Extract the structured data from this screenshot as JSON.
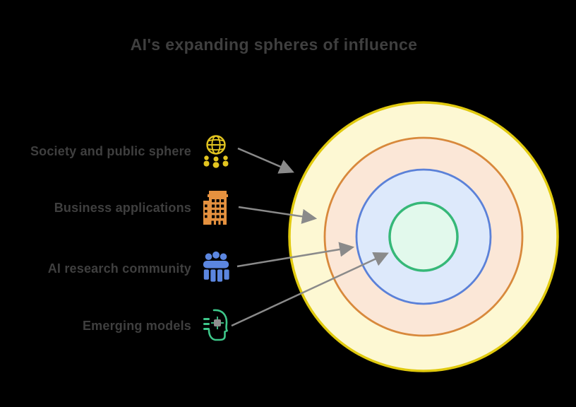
{
  "title": "AI's expanding spheres of influence",
  "background_color": "#000000",
  "text_color": "#3f3f3f",
  "arrow_color": "#8a8a8a",
  "legend_rows": [
    {
      "label": "Society and public sphere",
      "icon": "globe-community-icon",
      "color": "#e3c520",
      "target_ring": "outer-ring"
    },
    {
      "label": "Business applications",
      "icon": "building-icon",
      "color": "#e5913f",
      "target_ring": "second-ring"
    },
    {
      "label": "AI research community",
      "icon": "people-group-icon",
      "color": "#5b86e0",
      "target_ring": "third-ring"
    },
    {
      "label": "Emerging models",
      "icon": "ai-head-icon",
      "color": "#3ec78a",
      "target_ring": "core-circle"
    }
  ],
  "rings": [
    {
      "name": "outer-ring",
      "stroke": "#e0c90e",
      "fill": "#fdf8d3"
    },
    {
      "name": "second-ring",
      "stroke": "#d8893c",
      "fill": "#fbe7d7"
    },
    {
      "name": "third-ring",
      "stroke": "#5b81d8",
      "fill": "#dde9fb"
    },
    {
      "name": "core-circle",
      "stroke": "#36b878",
      "fill": "#e2f9ec"
    }
  ]
}
